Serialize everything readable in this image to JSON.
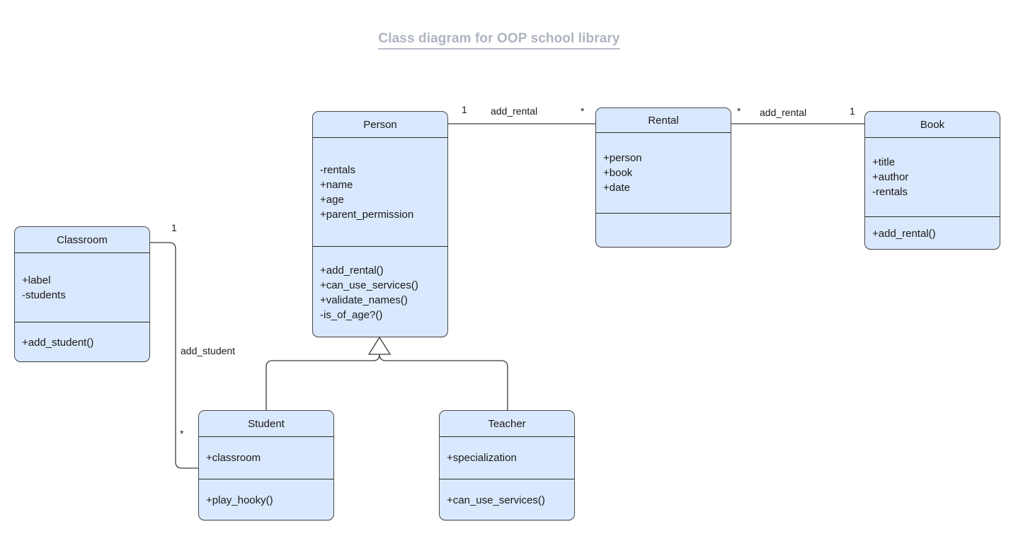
{
  "title": "Class diagram for OOP school library",
  "colors": {
    "class_fill": "#d9e8fc",
    "class_border": "#4a4a4a",
    "title_text": "#aeb4c0",
    "edge": "#3b3b3b",
    "text": "#1a1a1a"
  },
  "classes": {
    "person": {
      "name": "Person",
      "attributes": [
        "-rentals",
        "+name",
        "+age",
        "+parent_permission"
      ],
      "methods": [
        "+add_rental()",
        "+can_use_services()",
        "+validate_names()",
        "-is_of_age?()"
      ]
    },
    "rental": {
      "name": "Rental",
      "attributes": [
        "+person",
        "+book",
        "+date"
      ],
      "methods": []
    },
    "book": {
      "name": "Book",
      "attributes": [
        "+title",
        "+author",
        "-rentals"
      ],
      "methods": [
        "+add_rental()"
      ]
    },
    "classroom": {
      "name": "Classroom",
      "attributes": [
        "+label",
        "-students"
      ],
      "methods": [
        "+add_student()"
      ]
    },
    "student": {
      "name": "Student",
      "attributes": [
        "+classroom"
      ],
      "methods": [
        "+play_hooky()"
      ]
    },
    "teacher": {
      "name": "Teacher",
      "attributes": [
        "+specialization"
      ],
      "methods": [
        "+can_use_services()"
      ]
    }
  },
  "relations": {
    "person_rental": {
      "label": "add_rental",
      "source_mult": "1",
      "target_mult": "*"
    },
    "rental_book": {
      "label": "add_rental",
      "source_mult": "*",
      "target_mult": "1"
    },
    "classroom_student": {
      "label": "add_student",
      "source_mult": "1",
      "target_mult": "*"
    },
    "generalization": {
      "type": "inheritance",
      "parent": "Person",
      "children": [
        "Student",
        "Teacher"
      ]
    }
  }
}
